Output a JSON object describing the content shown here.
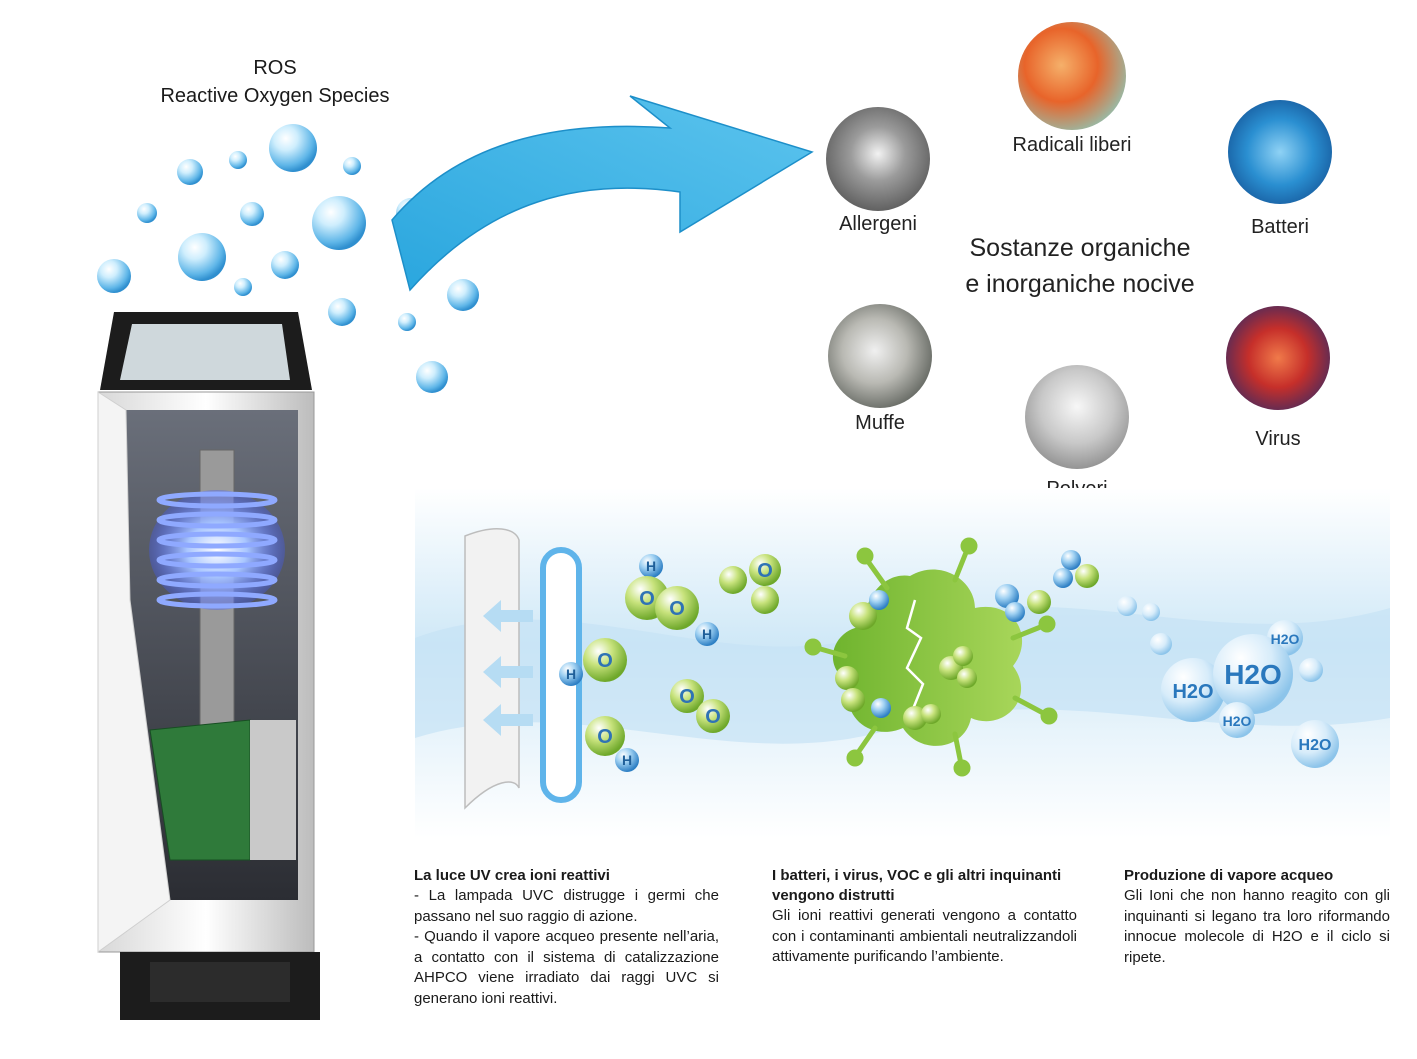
{
  "ros": {
    "line1": "ROS",
    "line2": "Reactive Oxygen Species"
  },
  "harmful": {
    "title_line1": "Sostanze organiche",
    "title_line2": "e inorganiche nocive",
    "items": {
      "allergeni": "Allergeni",
      "radicali": "Radicali liberi",
      "batteri": "Batteri",
      "muffe": "Muffe",
      "polveri": "Polveri",
      "virus": "Virus"
    }
  },
  "molecules": {
    "h": "H",
    "o": "O",
    "h2o": "H2O"
  },
  "columns": [
    {
      "heading": "La luce UV crea ioni reattivi",
      "lines": [
        "- La lampada UVC distrugge i germi che passano nel suo raggio di azione.",
        "- Quando il vapore acqueo presente nell’aria, a contatto con il sistema di catalizzazione AHPCO viene irradiato dai raggi UVC si generano  ioni reattivi."
      ]
    },
    {
      "heading": "I batteri, i virus,  VOC e gli altri inquinanti vengono distrutti",
      "lines": [
        "Gli ioni reattivi generati  vengono a contatto con i contaminanti ambientali neutralizzandoli attivamente purificando l’ambiente."
      ]
    },
    {
      "heading": "Produzione di vapore acqueo",
      "lines": [
        "Gli Ioni che non hanno reagito con gli inquinanti si legano tra loro riformando innocue molecole di H2O e il ciclo si ripete."
      ]
    }
  ],
  "colors": {
    "arrow": "#3bb3e6",
    "bubble": "#7ec8ef",
    "ion_green": "#9ccc3c",
    "ion_blue": "#4aa3d8",
    "virus_green": "#8cc63f",
    "wave": "#d6ecf8"
  }
}
